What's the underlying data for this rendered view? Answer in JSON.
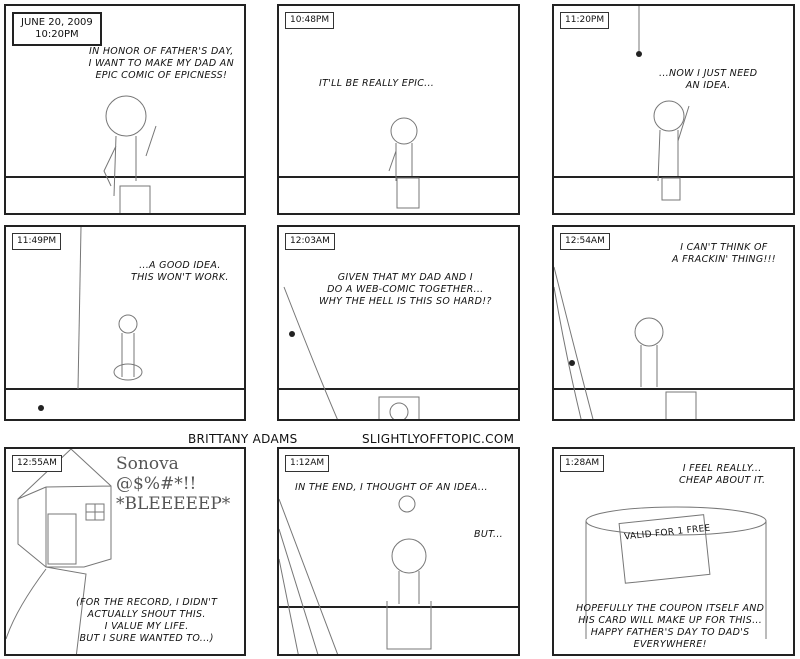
{
  "credits": {
    "author": "BRITTANY ADAMS",
    "site": "SLIGHTLYOFFTOPIC.COM"
  },
  "panels": [
    {
      "time_line1": "JUNE 20, 2009",
      "time_line2": "10:20PM",
      "text": "IN HONOR OF FATHER'S DAY,\nI WANT TO MAKE MY DAD AN\nEPIC COMIC OF EPICNESS!"
    },
    {
      "time": "10:48PM",
      "text": "IT'LL BE REALLY EPIC..."
    },
    {
      "time": "11:20PM",
      "text": "...NOW I JUST NEED\nAN IDEA."
    },
    {
      "time": "11:49PM",
      "text": "...A GOOD IDEA.\nTHIS WON'T WORK."
    },
    {
      "time": "12:03AM",
      "text": "GIVEN THAT MY DAD AND I\nDO A WEB-COMIC TOGETHER...\nWHY THE HELL IS THIS SO HARD!?"
    },
    {
      "time": "12:54AM",
      "text": "I CAN'T THINK OF\nA FRACKIN' THING!!!"
    },
    {
      "time": "12:55AM",
      "scrawl": "Sonova\n@$%#*!!\n*BLEEEEEP*",
      "text": "(FOR THE RECORD, I DIDN'T\nACTUALLY SHOUT THIS.\nI VALUE MY LIFE.\nBUT I SURE WANTED TO...)"
    },
    {
      "time": "1:12AM",
      "text": "IN THE END, I THOUGHT OF AN IDEA...",
      "text2": "BUT..."
    },
    {
      "time": "1:28AM",
      "text": "I FEEL REALLY...\nCHEAP ABOUT IT.",
      "coupon": "VALID FOR 1 FREE",
      "text2": "HOPEFULLY THE COUPON ITSELF AND\nHIS CARD WILL MAKE UP FOR THIS...\nHAPPY FATHER'S DAY TO DAD'S\nEVERYWHERE!"
    }
  ]
}
